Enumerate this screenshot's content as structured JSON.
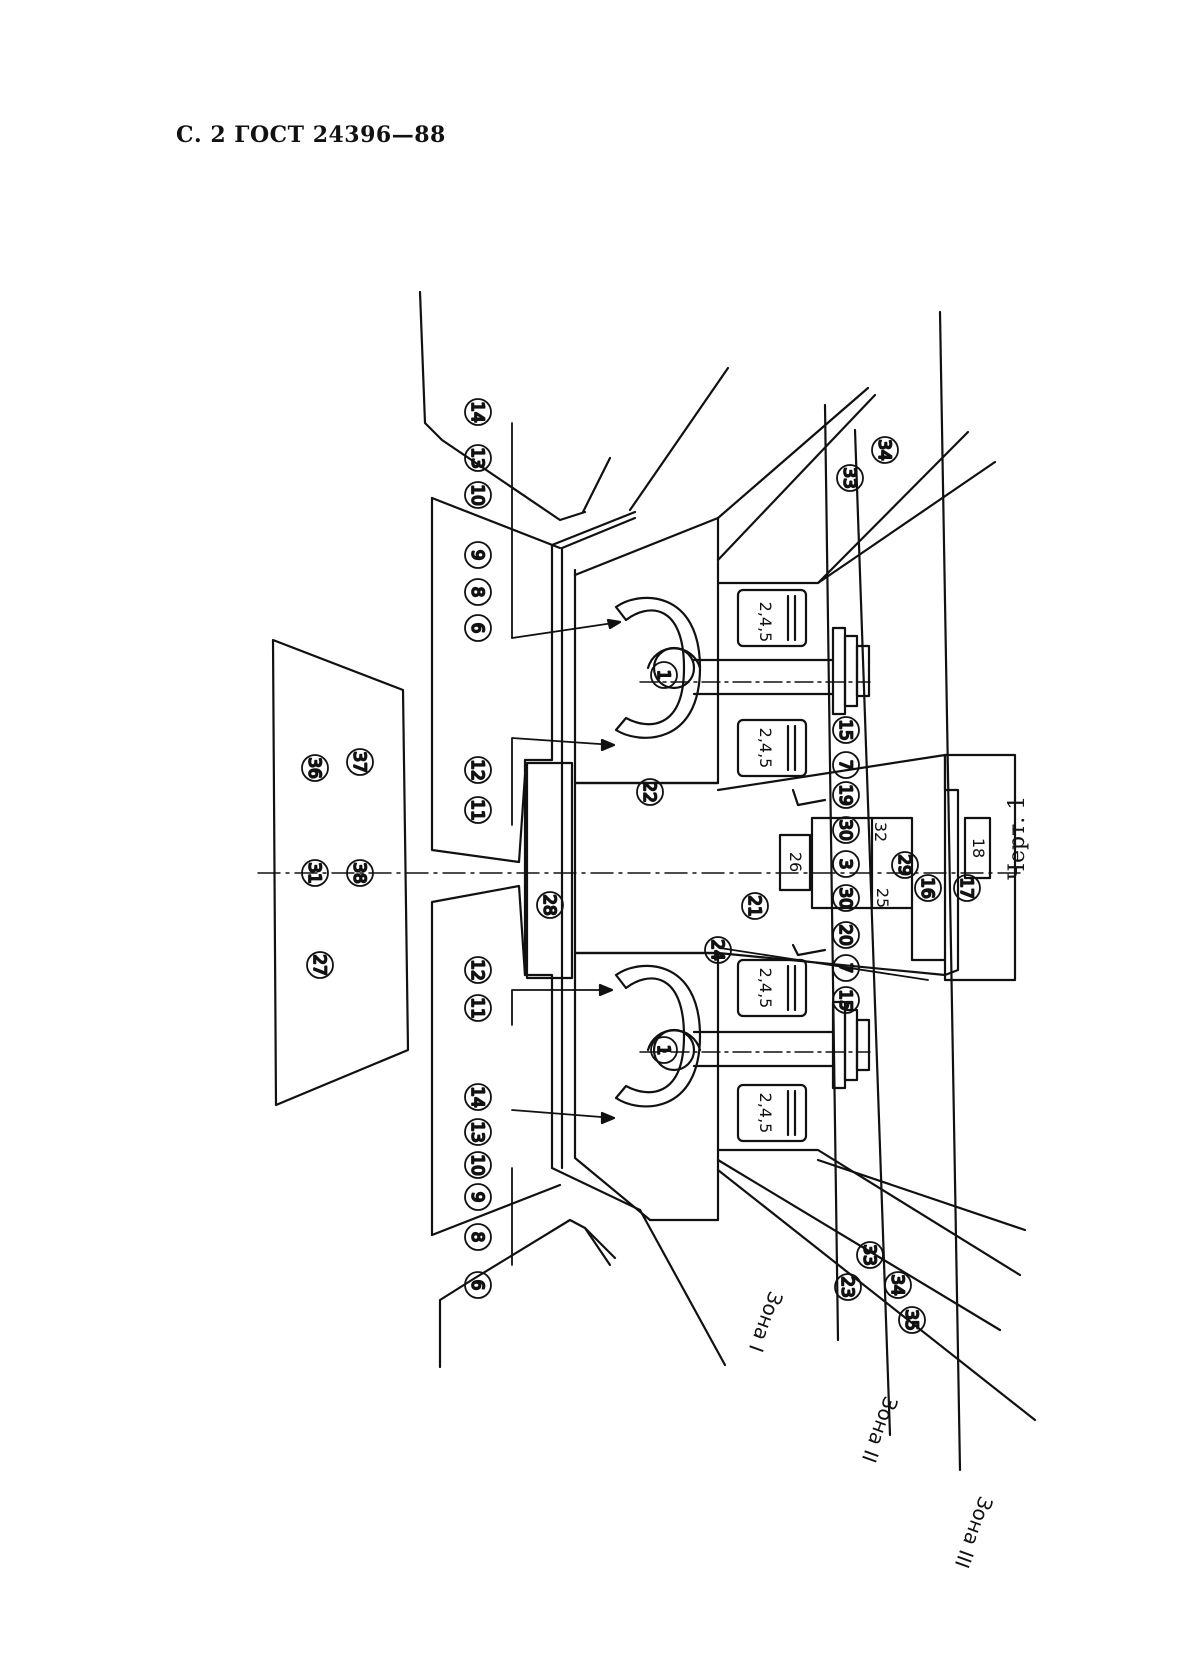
{
  "page_header": "С. 2 ГОСТ 24396—88",
  "figure_caption": "Черт. 1",
  "zone_labels": [
    "Зона I",
    "Зона II",
    "Зона III"
  ],
  "circled_labels": [
    "1",
    "3",
    "6",
    "6",
    "7",
    "7",
    "8",
    "8",
    "9",
    "9",
    "10",
    "10",
    "11",
    "11",
    "12",
    "12",
    "13",
    "13",
    "14",
    "14",
    "15",
    "15",
    "16",
    "17",
    "19",
    "20",
    "21",
    "22",
    "23",
    "24",
    "27",
    "28",
    "29",
    "30",
    "30",
    "31",
    "33",
    "33",
    "34",
    "34",
    "35",
    "36",
    "37",
    "38"
  ],
  "box_labels": [
    "2,4,5",
    "2,4,5",
    "2,4,5",
    "2,4,5",
    "26",
    "18",
    "25",
    "32"
  ],
  "colors": {
    "ink": "#111111",
    "paper": "#ffffff"
  }
}
